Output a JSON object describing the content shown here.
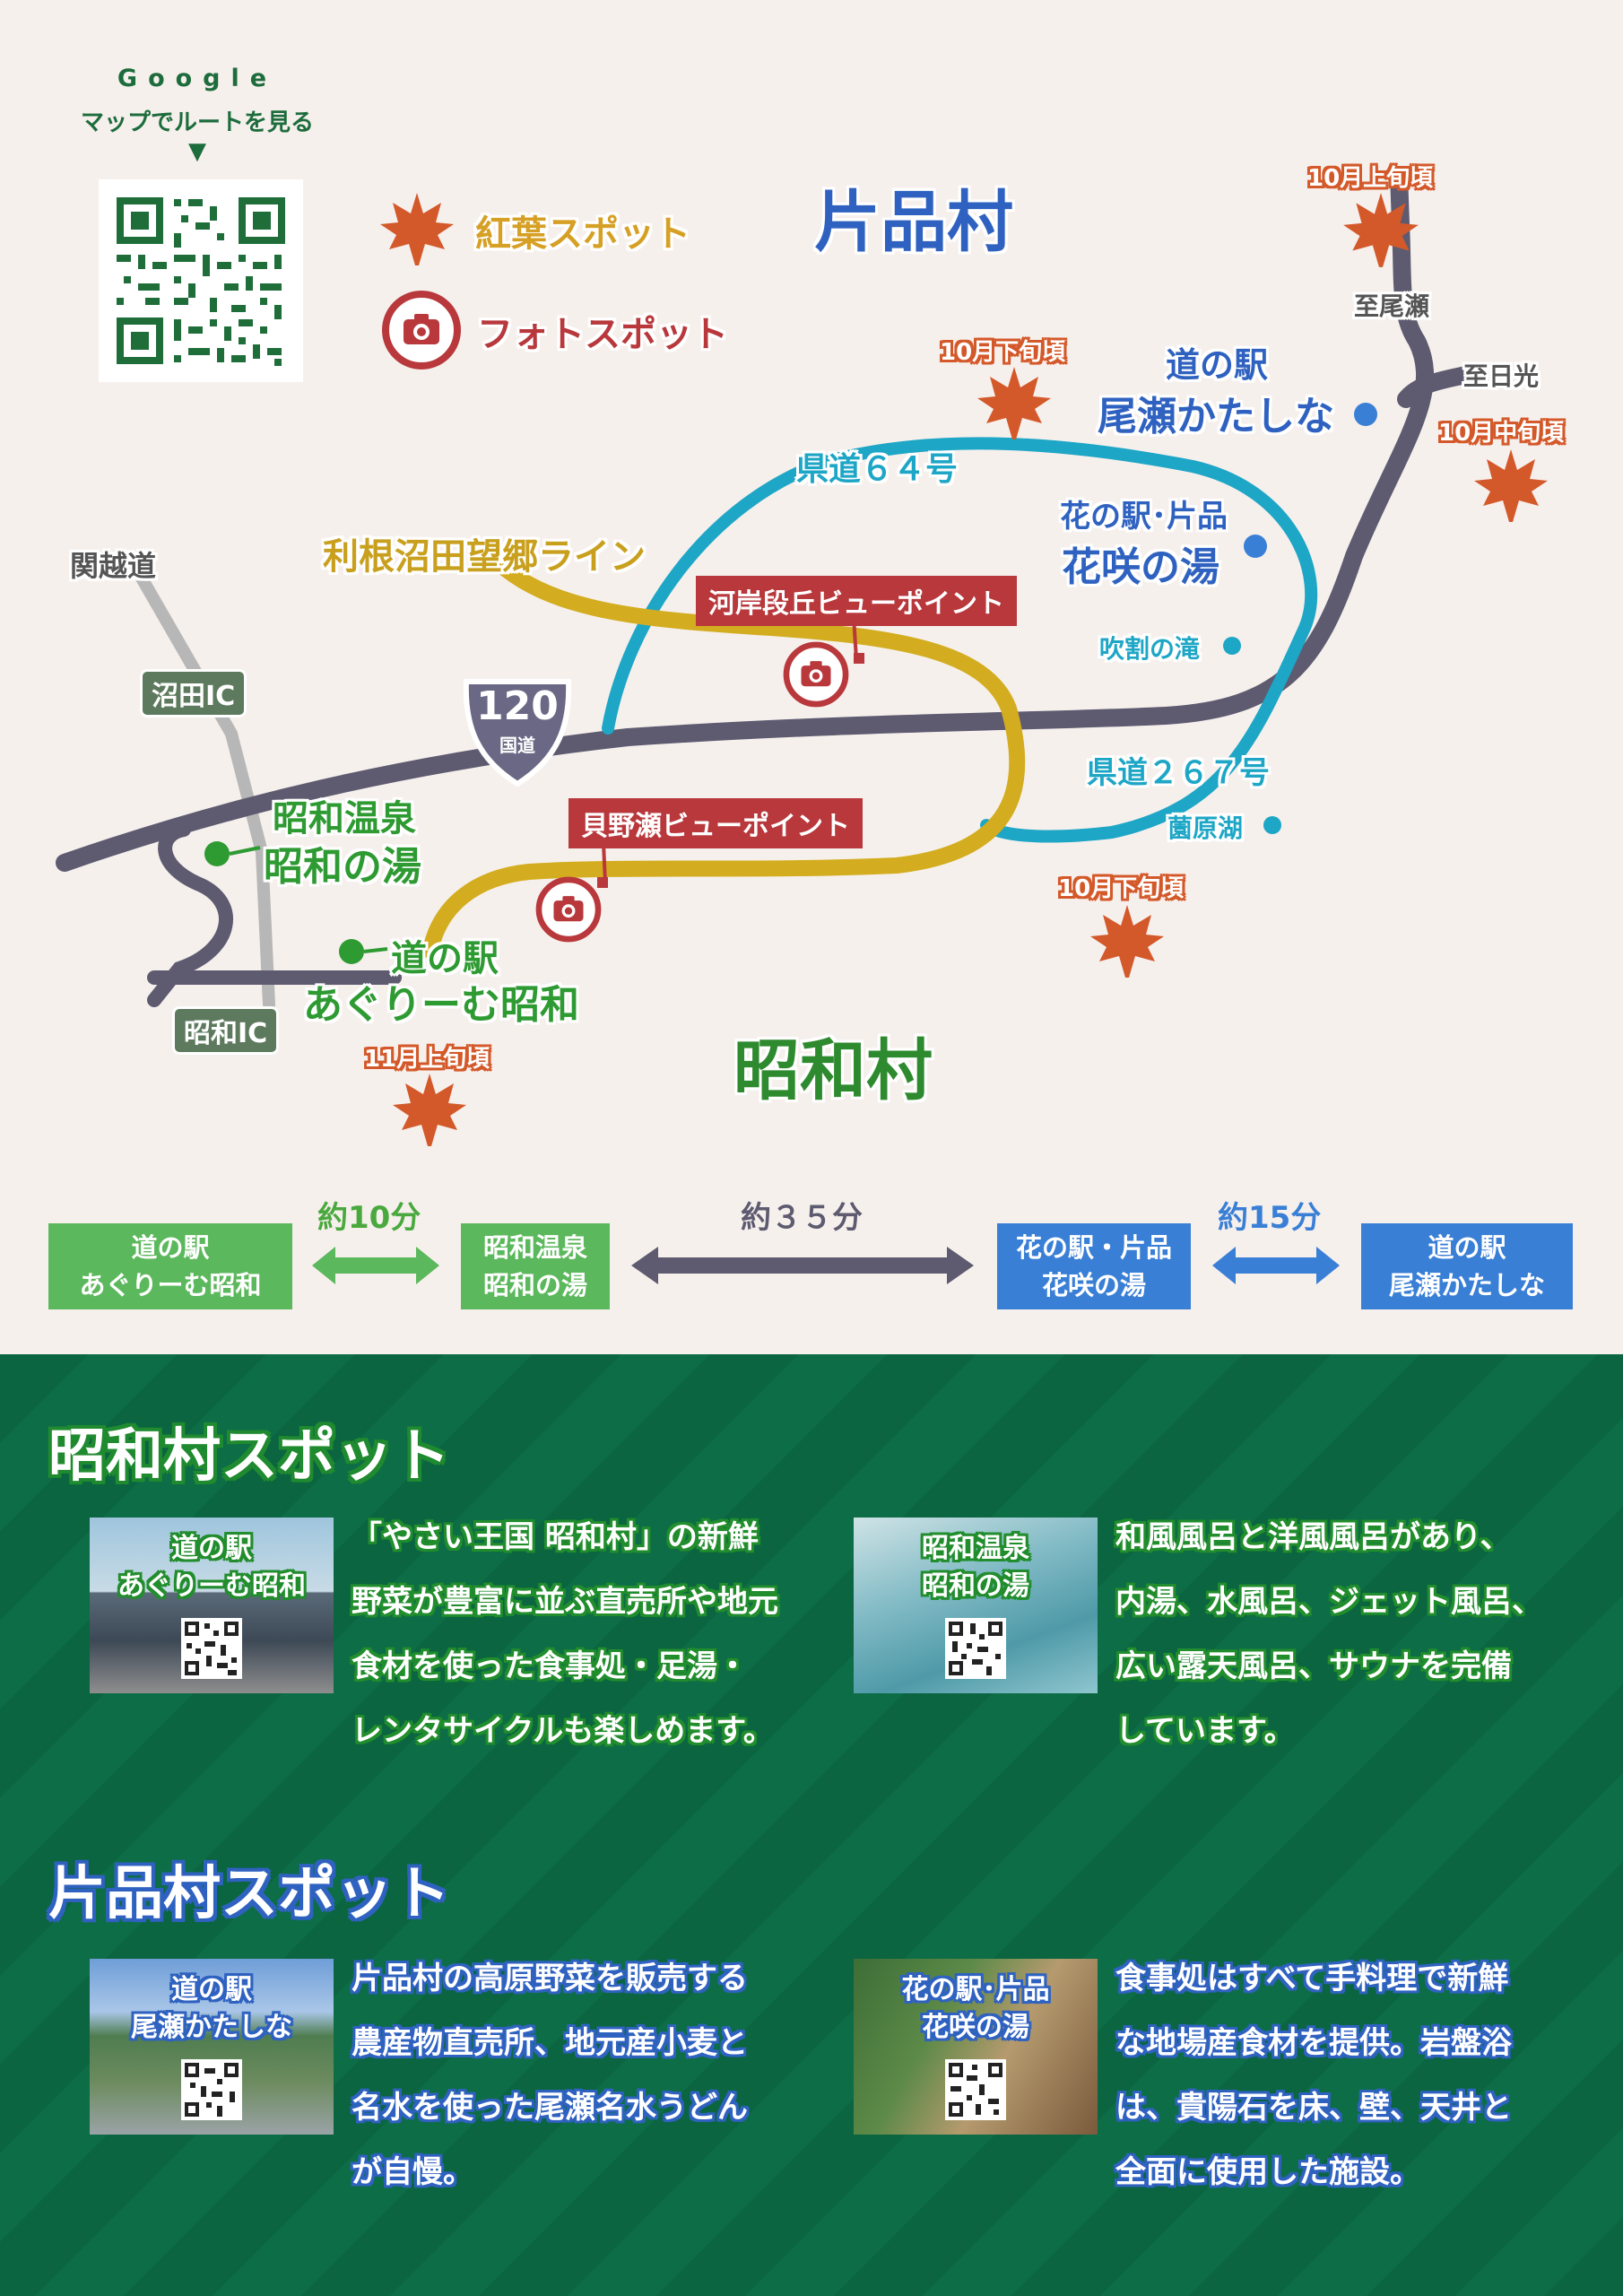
{
  "google_qr": {
    "line1": "Google",
    "line2": "マップでルートを見る",
    "arrow": "▼"
  },
  "legend": {
    "autumn_label": "紅葉スポット",
    "autumn_icon": "maple-leaf-icon",
    "photo_label": "フォトスポット",
    "photo_icon": "camera-icon"
  },
  "regions": {
    "katashina": "片品村",
    "showa": "昭和村"
  },
  "roads": {
    "kanetsu": "関越道",
    "numata_ic": "沼田IC",
    "showa_ic": "昭和IC",
    "route120_num": "120",
    "route120_sub": "国道",
    "tone_line": "利根沼田望郷ライン",
    "pref64": "県道６４号",
    "pref267": "県道２６７号",
    "to_oze": "至尾瀬",
    "to_nikko": "至日光"
  },
  "places": {
    "oze_station_l1": "道の駅",
    "oze_station_l2": "尾瀬かたしな",
    "hanasaki_l1": "花の駅･片品",
    "hanasaki_l2": "花咲の湯",
    "fukiware": "吹割の滝",
    "sugenuma": "薗原湖",
    "showa_onsen_l1": "昭和温泉",
    "showa_onsen_l2": "昭和の湯",
    "aguri_l1": "道の駅",
    "aguri_l2": "あぐりーむ昭和"
  },
  "viewpoints": {
    "kagan": "河岸段丘ビューポイント",
    "kaino": "貝野瀬ビューポイント"
  },
  "autumn_times": {
    "early_oct": "10月上旬頃",
    "late_oct_1": "10月下旬頃",
    "mid_oct": "10月中旬頃",
    "late_oct_2": "10月下旬頃",
    "early_nov": "11月上旬頃"
  },
  "travel": {
    "box1_l1": "道の駅",
    "box1_l2": "あぐりーむ昭和",
    "time1": "約10分",
    "box2_l1": "昭和温泉",
    "box2_l2": "昭和の湯",
    "time2": "約３５分",
    "box3_l1": "花の駅・片品",
    "box3_l2": "花咲の湯",
    "time3": "約15分",
    "box4_l1": "道の駅",
    "box4_l2": "尾瀬かたしな"
  },
  "sections": {
    "showa_title": "昭和村スポット",
    "katashina_title": "片品村スポット"
  },
  "spots": {
    "aguri": {
      "cap1": "道の駅",
      "cap2": "あぐりーむ昭和",
      "lines": [
        "「やさい王国 昭和村」の新鮮",
        "野菜が豊富に並ぶ直売所や地元",
        "食材を使った食事処・足湯・",
        "レンタサイクルも楽しめます。"
      ]
    },
    "showa_yu": {
      "cap1": "昭和温泉",
      "cap2": "昭和の湯",
      "lines": [
        "和風風呂と洋風風呂があり、",
        "内湯、水風呂、ジェット風呂、",
        "広い露天風呂、サウナを完備",
        "しています。"
      ]
    },
    "oze": {
      "cap1": "道の駅",
      "cap2": "尾瀬かたしな",
      "lines": [
        "片品村の高原野菜を販売する",
        "農産物直売所、地元産小麦と",
        "名水を使った尾瀬名水うどん",
        "が自慢。"
      ]
    },
    "hanasaki": {
      "cap1": "花の駅･片品",
      "cap2": "花咲の湯",
      "lines": [
        "食事処はすべて手料理で新鮮",
        "な地場産食材を提供。岩盤浴",
        "は、貴陽石を床、壁、天井と",
        "全面に使用した施設。"
      ]
    }
  },
  "colors": {
    "green": "#2e9a32",
    "blue": "#3a7fd6",
    "teal": "#1ea6c6",
    "yellow": "#d3ad1f",
    "road": "#5e5b70",
    "red": "#b8383c",
    "orange": "#d4592a"
  }
}
